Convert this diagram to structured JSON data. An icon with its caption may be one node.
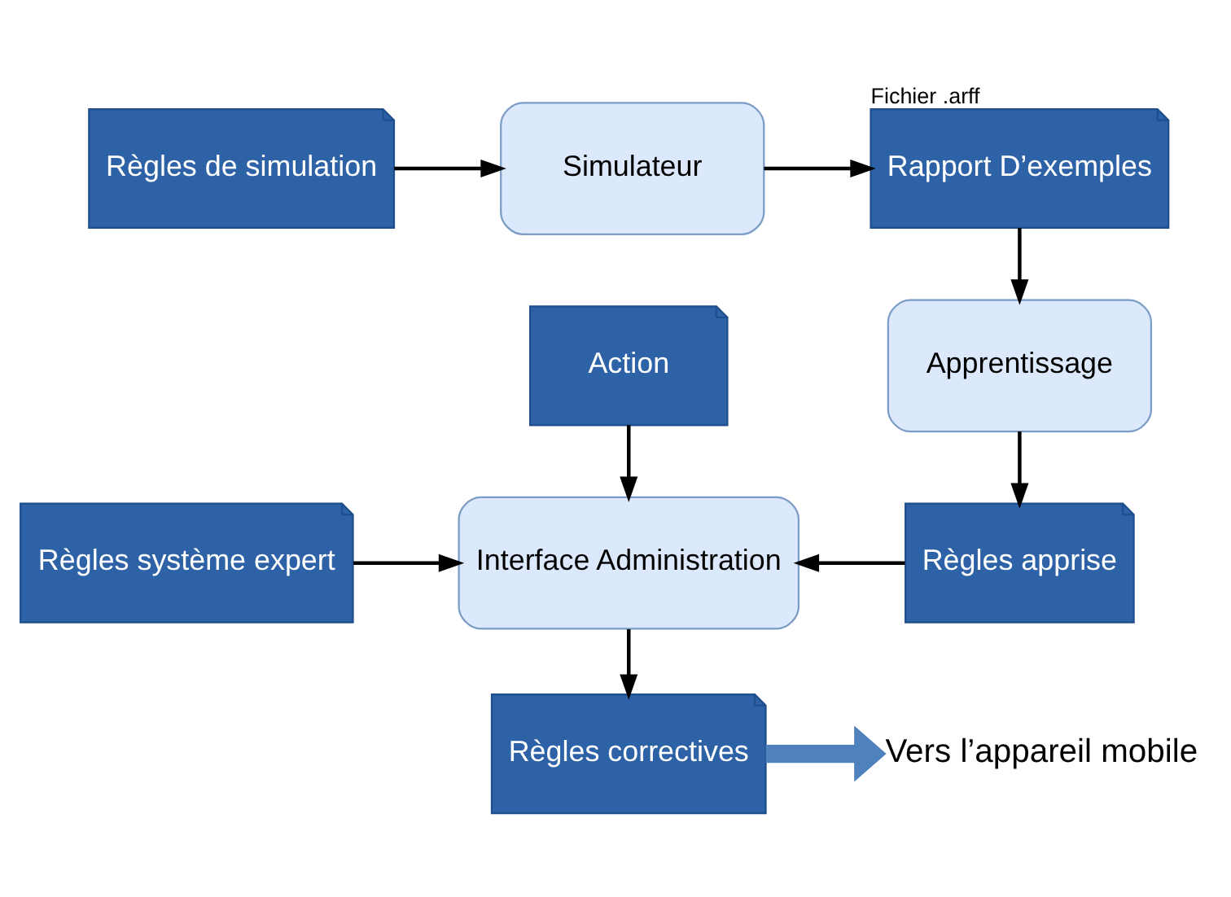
{
  "diagram": {
    "nodes": [
      {
        "text": [
          "Règles de simulation"
        ]
      },
      {
        "text": [
          "Simulateur"
        ]
      },
      {
        "text": [
          "Rapport D’exemples"
        ],
        "beside": [
          "Fichier .arff"
        ]
      },
      {
        "text": [
          "Apprentissage"
        ]
      },
      {
        "text": [
          "Action"
        ]
      },
      {
        "text": [
          "Règles système expert"
        ]
      },
      {
        "text": [
          "Interface Administration"
        ]
      },
      {
        "text": [
          "Règles apprise"
        ]
      },
      {
        "text": [
          "Règles correctives"
        ]
      },
      {
        "text": [
          "Vers l’appareil mobile"
        ]
      }
    ],
    "edges": [
      {
        "from": 0,
        "to": 1,
        "arrow": "to"
      },
      {
        "from": 1,
        "to": 2,
        "arrow": "to"
      },
      {
        "from": 2,
        "to": 3,
        "arrow": "to"
      },
      {
        "from": 3,
        "to": 7,
        "arrow": "to"
      },
      {
        "from": 4,
        "to": 6,
        "arrow": "to"
      },
      {
        "from": 5,
        "to": 6,
        "arrow": "to"
      },
      {
        "from": 7,
        "to": 6,
        "arrow": "to"
      },
      {
        "from": 6,
        "to": 8,
        "arrow": "to"
      },
      {
        "from": 8,
        "to": 9,
        "arrow": "to",
        "style": "thick",
        "color": "#4f81bd"
      }
    ]
  }
}
